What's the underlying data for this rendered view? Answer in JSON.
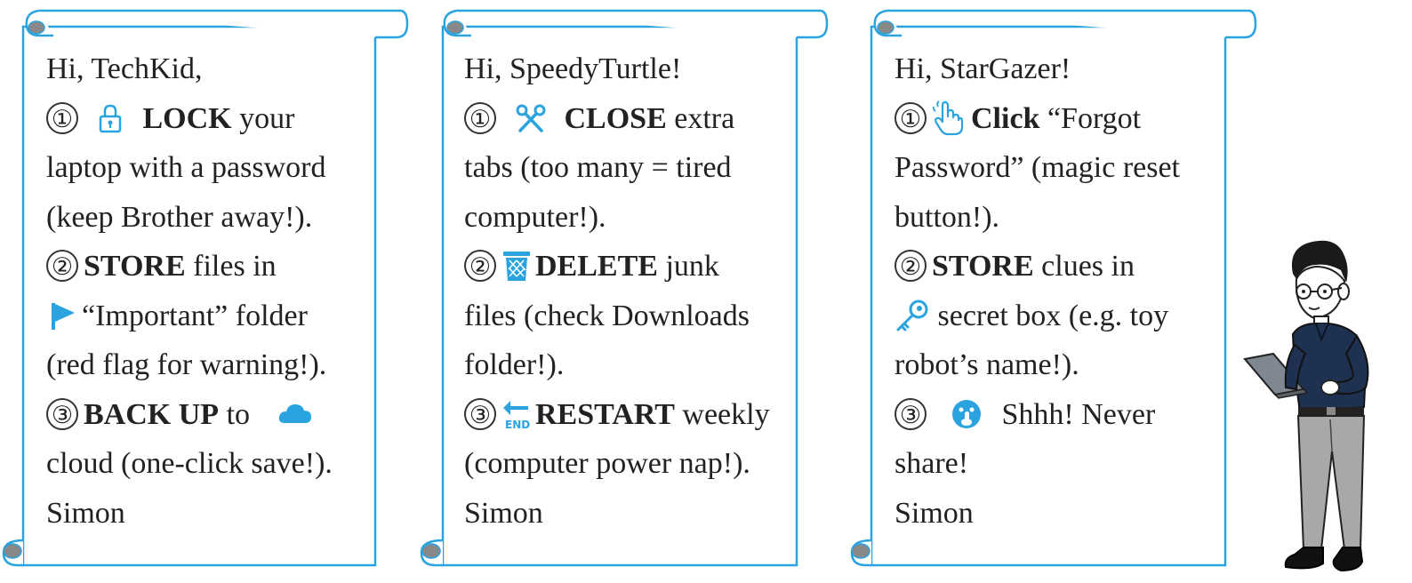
{
  "colors": {
    "accent": "#2aa3df",
    "scroll_border": "#2aa3df",
    "text": "#222222",
    "shirt": "#1f3150",
    "trousers": "#a8a8a8"
  },
  "cards": [
    {
      "greeting": "Hi, TechKid,",
      "step1": {
        "num": "①",
        "icon": "lock-icon",
        "bold": "LOCK",
        "rest": " your",
        "line2": "laptop with a password",
        "line3": "(keep Brother away!)."
      },
      "step2": {
        "num": "②",
        "bold": "STORE",
        "rest": " files in",
        "icon": "flag-icon",
        "line2": "“Important” folder",
        "line3": "(red flag for warning!)."
      },
      "step3": {
        "num": "③",
        "bold": "BACK UP",
        "rest": " to",
        "icon": "cloud-icon",
        "line2": "cloud (one-click save!)."
      },
      "signature": "Simon"
    },
    {
      "greeting": "Hi, SpeedyTurtle!",
      "step1": {
        "num": "①",
        "icon": "scissors-icon",
        "bold": "CLOSE",
        "rest": " extra",
        "line2": "tabs (too many = tired",
        "line3": "computer!)."
      },
      "step2": {
        "num": "②",
        "icon": "trash-icon",
        "bold": "DELETE",
        "rest": " junk",
        "line2": "files (check Downloads",
        "line3": "folder!)."
      },
      "step3": {
        "num": "③",
        "icon": "restart-end-icon",
        "bold": "RESTART",
        "rest": " weekly",
        "line2": "(computer power nap!)."
      },
      "signature": "Simon"
    },
    {
      "greeting": "Hi, StarGazer!",
      "step1": {
        "num": "①",
        "icon": "pointer-hand-icon",
        "bold": "Click",
        "rest": " “Forgot",
        "line2": "Password” (magic reset",
        "line3": "button!)."
      },
      "step2": {
        "num": "②",
        "bold": "STORE",
        "rest": " clues in",
        "icon": "key-icon",
        "line2": " secret box (e.g. toy",
        "line3": "robot’s name!)."
      },
      "step3": {
        "num": "③",
        "icon": "shush-face-icon",
        "text": "Shhh! Never",
        "line2": "share!"
      },
      "signature": "Simon"
    }
  ]
}
